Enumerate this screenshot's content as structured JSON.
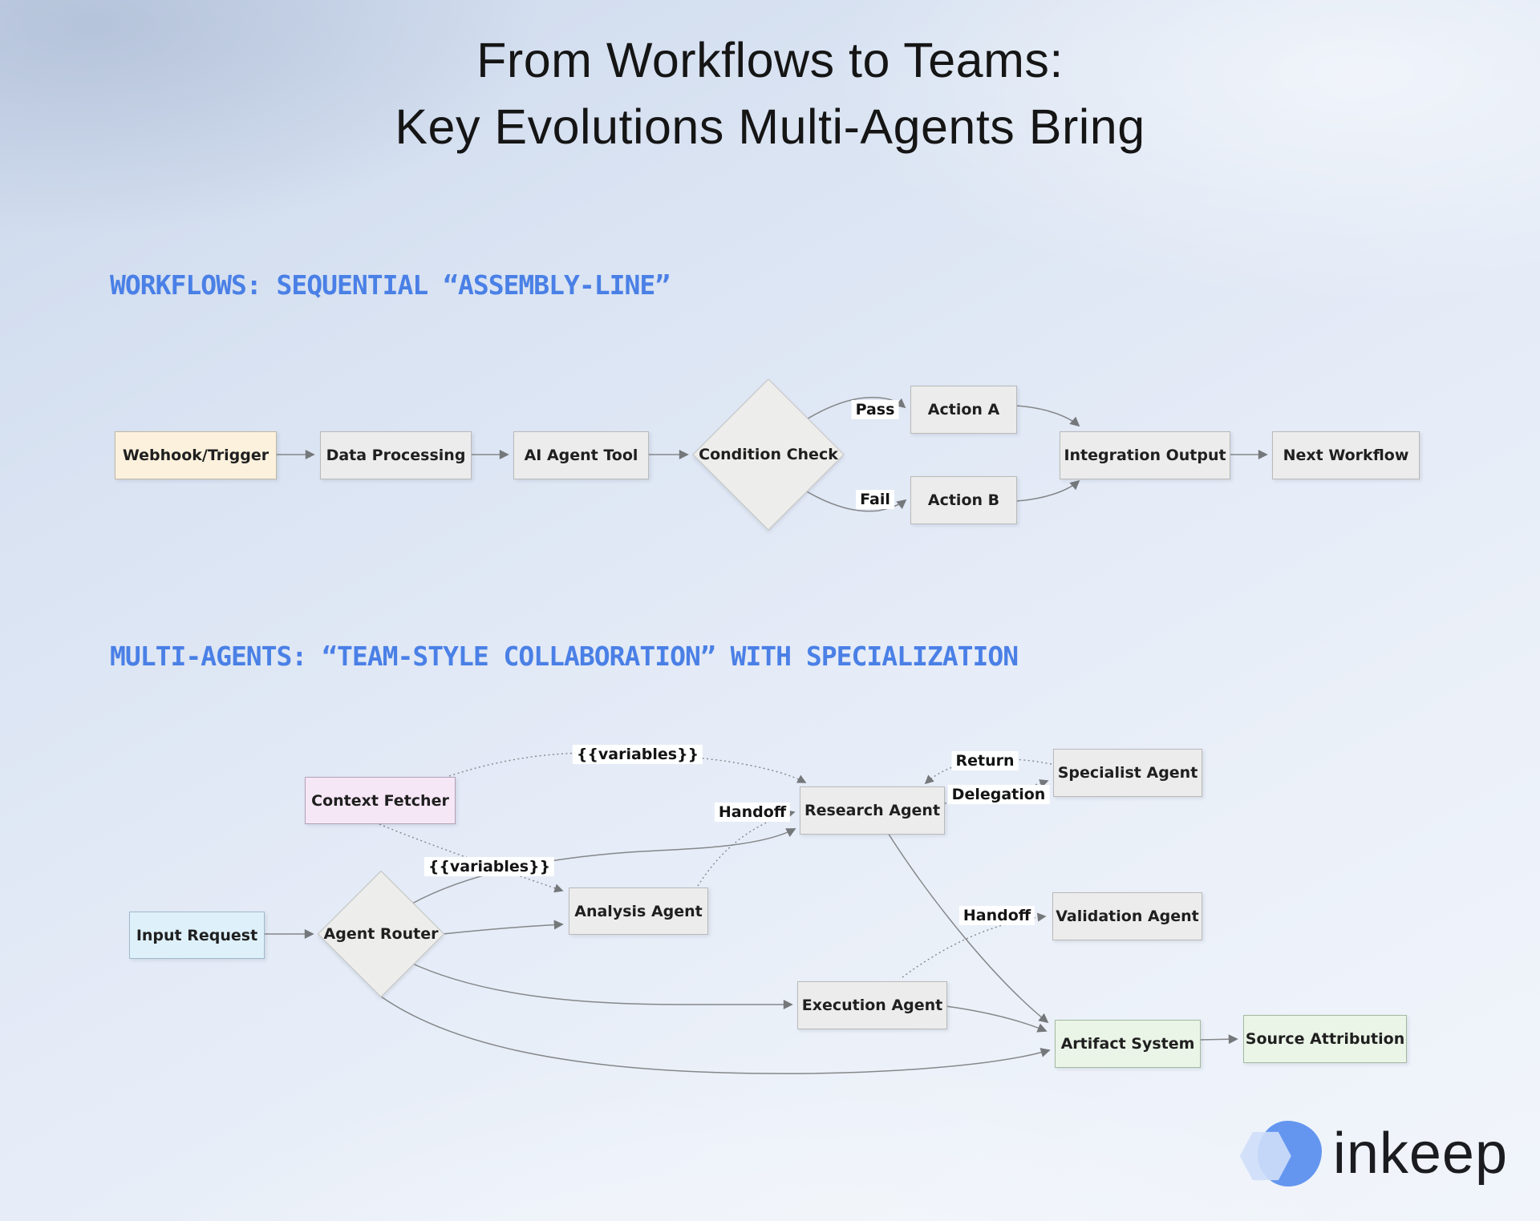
{
  "title": {
    "line1": "From Workflows to Teams:",
    "line2": "Key Evolutions Multi-Agents Bring"
  },
  "sections": {
    "workflows_heading": "WORKFLOWS: SEQUENTIAL “ASSEMBLY-LINE”",
    "multi_agents_heading": "MULTI-AGENTS: “TEAM-STYLE COLLABORATION” WITH SPECIALIZATION"
  },
  "colors": {
    "heading_blue": "#4a80e6",
    "edge_gray": "#858789",
    "cream": {
      "bg": "#fcf1dd",
      "border": "#c1b8a4"
    },
    "gray": {
      "bg": "#ececec",
      "border": "#b9b9b9"
    },
    "pink": {
      "bg": "#f6e7f6",
      "border": "#b3a0b5"
    },
    "blue": {
      "bg": "#def1fb",
      "border": "#9fb9cb"
    },
    "green": {
      "bg": "#eaf4e7",
      "border": "#a3b9a0"
    },
    "diamond": {
      "bg": "#ededeb",
      "border": "#c2c2c2"
    }
  },
  "diagrams": {
    "workflow": {
      "nodes": [
        {
          "id": "webhook_trigger",
          "label": "Webhook/Trigger",
          "shape": "box",
          "color": "cream"
        },
        {
          "id": "data_processing",
          "label": "Data Processing",
          "shape": "box",
          "color": "gray"
        },
        {
          "id": "ai_agent_tool",
          "label": "AI Agent Tool",
          "shape": "box",
          "color": "gray"
        },
        {
          "id": "condition_check",
          "label": "Condition Check",
          "shape": "diamond",
          "color": "diamond"
        },
        {
          "id": "action_a",
          "label": "Action A",
          "shape": "box",
          "color": "gray"
        },
        {
          "id": "action_b",
          "label": "Action B",
          "shape": "box",
          "color": "gray"
        },
        {
          "id": "integration_output",
          "label": "Integration Output",
          "shape": "box",
          "color": "gray"
        },
        {
          "id": "next_workflow",
          "label": "Next Workflow",
          "shape": "box",
          "color": "gray"
        }
      ],
      "edges": [
        {
          "from": "webhook_trigger",
          "to": "data_processing",
          "style": "solid",
          "label": ""
        },
        {
          "from": "data_processing",
          "to": "ai_agent_tool",
          "style": "solid",
          "label": ""
        },
        {
          "from": "ai_agent_tool",
          "to": "condition_check",
          "style": "solid",
          "label": ""
        },
        {
          "from": "condition_check",
          "to": "action_a",
          "style": "solid",
          "label": "Pass"
        },
        {
          "from": "condition_check",
          "to": "action_b",
          "style": "solid",
          "label": "Fail"
        },
        {
          "from": "action_a",
          "to": "integration_output",
          "style": "solid",
          "label": ""
        },
        {
          "from": "action_b",
          "to": "integration_output",
          "style": "solid",
          "label": ""
        },
        {
          "from": "integration_output",
          "to": "next_workflow",
          "style": "solid",
          "label": ""
        }
      ]
    },
    "multi_agent": {
      "nodes": [
        {
          "id": "input_request",
          "label": "Input Request",
          "shape": "box",
          "color": "blue"
        },
        {
          "id": "agent_router",
          "label": "Agent Router",
          "shape": "diamond",
          "color": "diamond"
        },
        {
          "id": "context_fetcher",
          "label": "Context Fetcher",
          "shape": "box",
          "color": "pink"
        },
        {
          "id": "analysis_agent",
          "label": "Analysis Agent",
          "shape": "box",
          "color": "gray"
        },
        {
          "id": "research_agent",
          "label": "Research Agent",
          "shape": "box",
          "color": "gray"
        },
        {
          "id": "specialist_agent",
          "label": "Specialist Agent",
          "shape": "box",
          "color": "gray"
        },
        {
          "id": "validation_agent",
          "label": "Validation Agent",
          "shape": "box",
          "color": "gray"
        },
        {
          "id": "execution_agent",
          "label": "Execution Agent",
          "shape": "box",
          "color": "gray"
        },
        {
          "id": "artifact_system",
          "label": "Artifact System",
          "shape": "box",
          "color": "green"
        },
        {
          "id": "source_attribution",
          "label": "Source Attribution",
          "shape": "box",
          "color": "green"
        }
      ],
      "edges": [
        {
          "from": "input_request",
          "to": "agent_router",
          "style": "solid",
          "label": ""
        },
        {
          "from": "context_fetcher",
          "to": "research_agent",
          "style": "dotted",
          "label": "{{variables}}"
        },
        {
          "from": "context_fetcher",
          "to": "analysis_agent",
          "style": "dotted",
          "label": "{{variables}}"
        },
        {
          "from": "agent_router",
          "to": "analysis_agent",
          "style": "solid",
          "label": ""
        },
        {
          "from": "agent_router",
          "to": "research_agent",
          "style": "solid",
          "label": ""
        },
        {
          "from": "agent_router",
          "to": "execution_agent",
          "style": "solid",
          "label": ""
        },
        {
          "from": "agent_router",
          "to": "artifact_system",
          "style": "solid",
          "label": ""
        },
        {
          "from": "analysis_agent",
          "to": "research_agent",
          "style": "dotted",
          "label": "Handoff"
        },
        {
          "from": "execution_agent",
          "to": "validation_agent",
          "style": "dotted",
          "label": "Handoff"
        },
        {
          "from": "specialist_agent",
          "to": "research_agent",
          "style": "dotted",
          "label": "Return"
        },
        {
          "from": "research_agent",
          "to": "specialist_agent",
          "style": "dotted",
          "label": "Delegation"
        },
        {
          "from": "research_agent",
          "to": "artifact_system",
          "style": "solid",
          "label": ""
        },
        {
          "from": "execution_agent",
          "to": "artifact_system",
          "style": "solid",
          "label": ""
        },
        {
          "from": "artifact_system",
          "to": "source_attribution",
          "style": "solid",
          "label": ""
        }
      ]
    }
  },
  "logo": {
    "text": "inkeep"
  }
}
